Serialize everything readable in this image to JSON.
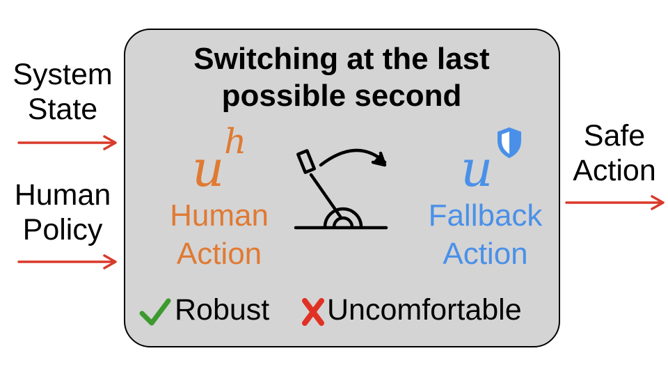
{
  "inputs": {
    "system_state": [
      "System",
      "State"
    ],
    "human_policy": [
      "Human",
      "Policy"
    ]
  },
  "output": [
    "Safe",
    "Action"
  ],
  "panel": {
    "title": [
      "Switching at the last",
      "possible second"
    ],
    "human_symbol": "u",
    "human_superscript": "h",
    "human_action": [
      "Human",
      "Action"
    ],
    "fallback_symbol": "u",
    "fallback_action": [
      "Fallback",
      "Action"
    ],
    "pros": "Robust",
    "cons": "Uncomfortable"
  },
  "colors": {
    "arrow": "#d93a2b",
    "human": "#e07a33",
    "fallback": "#4a90e8",
    "check": "#3e9a2e",
    "cross": "#e03124",
    "panel_fill": "#d4d4d4"
  },
  "icons": [
    "lever-switch-icon",
    "shield-icon",
    "check-icon",
    "cross-icon"
  ]
}
